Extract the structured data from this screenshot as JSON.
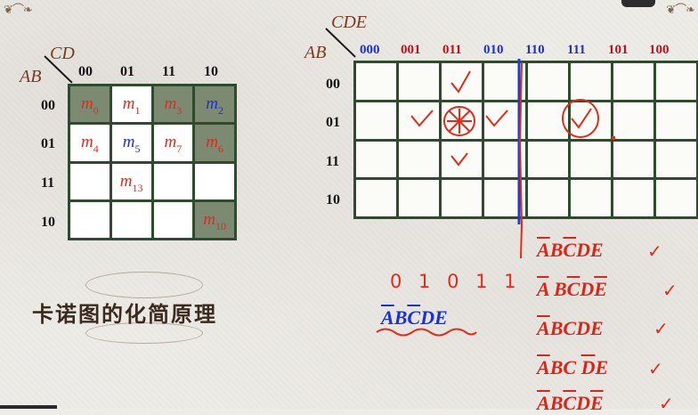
{
  "left_map": {
    "row_var": "AB",
    "col_var": "CD",
    "col_labels": [
      "00",
      "01",
      "11",
      "10"
    ],
    "row_labels": [
      "00",
      "01",
      "11",
      "10"
    ],
    "cells": [
      [
        {
          "t": "m",
          "s": "0",
          "c": "red",
          "g": true
        },
        {
          "t": "m",
          "s": "1",
          "c": "red",
          "g": false
        },
        {
          "t": "m",
          "s": "3",
          "c": "red",
          "g": true
        },
        {
          "t": "m",
          "s": "2",
          "c": "blue",
          "g": true
        }
      ],
      [
        {
          "t": "m",
          "s": "4",
          "c": "red",
          "g": false
        },
        {
          "t": "m",
          "s": "5",
          "c": "blue",
          "g": false
        },
        {
          "t": "m",
          "s": "7",
          "c": "red",
          "g": false
        },
        {
          "t": "m",
          "s": "6",
          "c": "red",
          "g": true
        }
      ],
      [
        {
          "t": "",
          "s": "",
          "c": "",
          "g": false
        },
        {
          "t": "m",
          "s": "13",
          "c": "red",
          "g": false
        },
        {
          "t": "",
          "s": "",
          "c": "",
          "g": false
        },
        {
          "t": "",
          "s": "",
          "c": "",
          "g": false
        }
      ],
      [
        {
          "t": "",
          "s": "",
          "c": "",
          "g": false
        },
        {
          "t": "",
          "s": "",
          "c": "",
          "g": false
        },
        {
          "t": "",
          "s": "",
          "c": "",
          "g": false
        },
        {
          "t": "m",
          "s": "10",
          "c": "red",
          "g": true
        }
      ]
    ]
  },
  "right_map": {
    "row_var": "AB",
    "col_var": "CDE",
    "col_labels": [
      "000",
      "001",
      "011",
      "010",
      "110",
      "111",
      "101",
      "100"
    ],
    "row_labels": [
      "00",
      "01",
      "11",
      "10"
    ]
  },
  "title": "卡诺图的化简原理",
  "handwritten_bits": "0 1 0 1 1",
  "blue_expr": [
    {
      "t": "A",
      "o": true
    },
    {
      "t": "B",
      "o": false
    },
    {
      "t": "C",
      "o": true
    },
    {
      "t": "D",
      "o": false
    },
    {
      "t": "E",
      "o": false
    }
  ],
  "expressions": [
    [
      {
        "t": "A",
        "o": true
      },
      {
        "t": "B",
        "o": false
      },
      {
        "t": "C",
        "o": true
      },
      {
        "t": "D",
        "o": false
      },
      {
        "t": "E",
        "o": false
      }
    ],
    [
      {
        "t": "A",
        "o": true
      },
      {
        "t": " ",
        "o": false
      },
      {
        "t": "B",
        "o": false
      },
      {
        "t": "C",
        "o": true
      },
      {
        "t": "D",
        "o": false
      },
      {
        "t": "E",
        "o": true
      }
    ],
    [
      {
        "t": "A",
        "o": true
      },
      {
        "t": "B",
        "o": false
      },
      {
        "t": "C",
        "o": false
      },
      {
        "t": "D",
        "o": false
      },
      {
        "t": "E",
        "o": false
      }
    ],
    [
      {
        "t": "A",
        "o": true
      },
      {
        "t": "B",
        "o": false
      },
      {
        "t": "C",
        "o": false
      },
      {
        "t": " ",
        "o": false
      },
      {
        "t": "D",
        "o": true
      },
      {
        "t": "E",
        "o": false
      }
    ],
    [
      {
        "t": "A",
        "o": true
      },
      {
        "t": "B",
        "o": false
      },
      {
        "t": "C",
        "o": true
      },
      {
        "t": "D",
        "o": false
      },
      {
        "t": "E",
        "o": true
      }
    ]
  ],
  "colors": {
    "green_cell": "#7d8a72",
    "grid": "#2f4a2e",
    "red": "#e02a1c",
    "blue": "#1d2fd8"
  }
}
